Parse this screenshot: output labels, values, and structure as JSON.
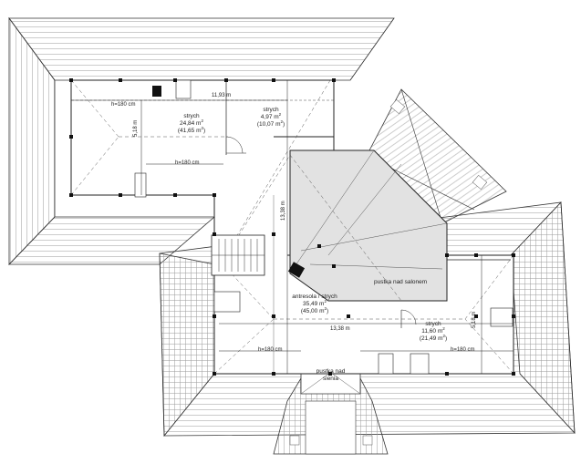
{
  "rooms": {
    "strych_left": {
      "name": "strych",
      "area": "24,84 m",
      "area_sup": "2",
      "area2": "(41,65 m",
      "area2_sup": "2",
      "area2_end": ")"
    },
    "strych_small": {
      "name": "strych",
      "area": "4,97 m",
      "area_sup": "2",
      "area2": "(10,07 m",
      "area2_sup": "2",
      "area2_end": ")"
    },
    "antresola": {
      "name": "antresola / strych",
      "area": "35,49 m",
      "area_sup": "2",
      "area2": "(45,00 m",
      "area2_sup": "2",
      "area2_end": ")"
    },
    "strych_right": {
      "name": "strych",
      "area": "11,60 m",
      "area_sup": "2",
      "area2": "(21,49 m",
      "area2_sup": "2",
      "area2_end": ")"
    },
    "pustka_salon": {
      "name": "pustka nad salonem"
    },
    "pustka_sien": {
      "line1": "pustka nad",
      "line2": "sienia"
    }
  },
  "dimensions": {
    "top_width": "11,93 m",
    "h_left_top": "h=180 cm",
    "left_height": "5,18 m",
    "h_left_mid": "h=180 cm",
    "center_height": "13,38 m",
    "bottom_width": "13,38 m",
    "h_bottom_left": "h=180 cm",
    "h_bottom_right": "h=180 cm",
    "right_height": "5,18 m"
  }
}
